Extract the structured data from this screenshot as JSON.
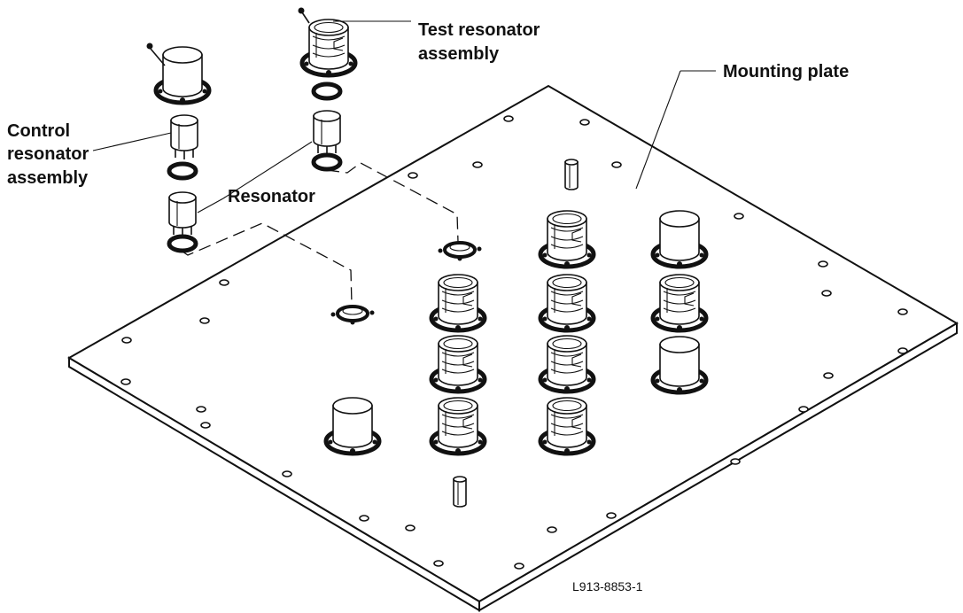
{
  "labels": {
    "test_resonator_line1": "Test resonator",
    "test_resonator_line2": "assembly",
    "mounting_plate": "Mounting plate",
    "control_line1": "Control",
    "control_line2": "resonator",
    "control_line3": "assembly",
    "resonator": "Resonator",
    "figure_number": "L913-8853-1"
  },
  "colors": {
    "ink": "#111111",
    "background": "#ffffff"
  }
}
